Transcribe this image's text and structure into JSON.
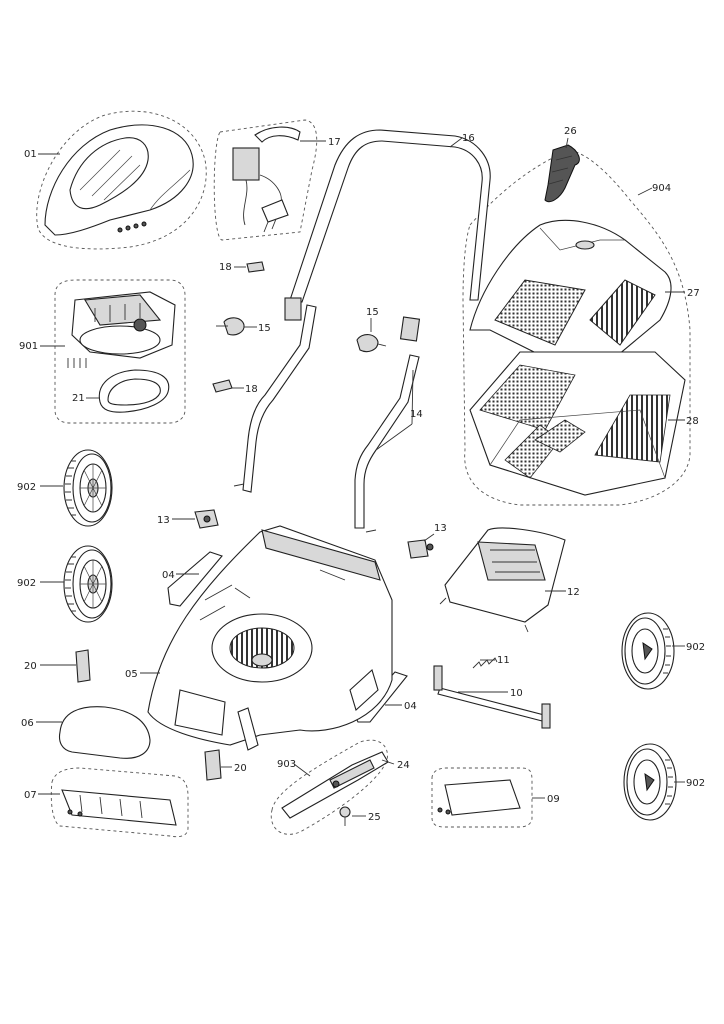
{
  "title": "Lawn mower exploded parts diagram",
  "labels": {
    "p01": "01",
    "p17": "17",
    "p16": "16",
    "p26": "26",
    "p904": "904",
    "p18a": "18",
    "p901": "901",
    "p15a": "15",
    "p15b": "15",
    "p27": "27",
    "p21": "21",
    "p18b": "18",
    "p14": "14",
    "p28": "28",
    "p902a": "902",
    "p13a": "13",
    "p13b": "13",
    "p04a": "04",
    "p902b": "902",
    "p12": "12",
    "p20a": "20",
    "p11": "11",
    "p902c": "902",
    "p05": "05",
    "p10": "10",
    "p06": "06",
    "p04b": "04",
    "p20b": "20",
    "p903": "903",
    "p24": "24",
    "p07": "07",
    "p09": "09",
    "p902d": "902",
    "p25": "25"
  }
}
